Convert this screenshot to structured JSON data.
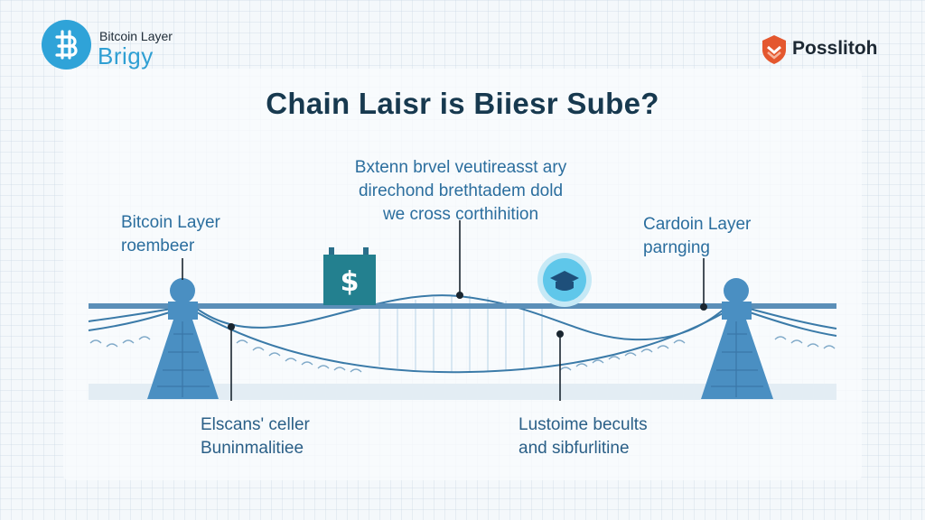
{
  "brand": {
    "line1": "Bitcoin Layer",
    "line2": "Brigy",
    "logo_icon": "bitcoin-bridge-icon"
  },
  "partner": {
    "name": "Posslitoh",
    "logo_icon": "shield-logo-icon"
  },
  "title": "Chain Laisr is Biiesr Sube?",
  "labels": {
    "top_center": [
      "Bxtenn brvel veutireasst ary",
      "direchond brethtadem dold",
      "we cross corthihition"
    ],
    "left_top": [
      "Bitcoin Layer",
      "roembeer"
    ],
    "right_top": [
      "Cardoin Layer",
      "parnging"
    ],
    "bottom_left": [
      "Elscans' celler",
      "Buninmalitiee"
    ],
    "bottom_right": [
      "Lustoime becults",
      "and sibfurlitine"
    ]
  },
  "icons": {
    "token": "dollar-token-icon",
    "graduation": "graduation-cap-icon"
  },
  "colors": {
    "brand": "#2fa3d8",
    "title": "#17394f",
    "label": "#2b6e9e",
    "tower": "#4a8fc2",
    "bridge": "#3a7aa8",
    "accent_orange": "#e4572e"
  }
}
